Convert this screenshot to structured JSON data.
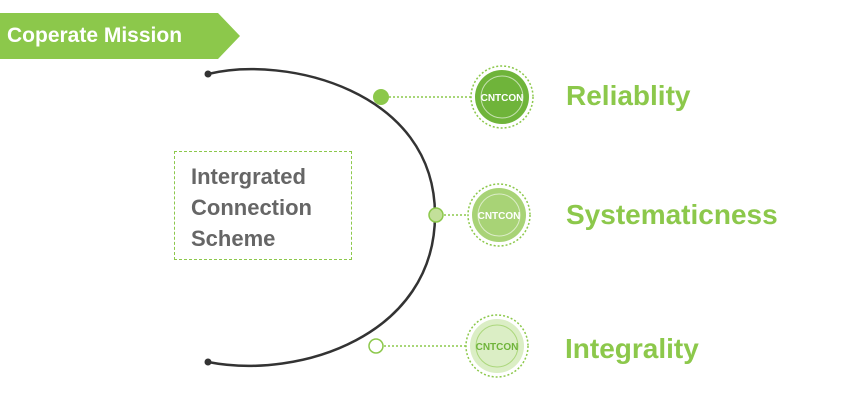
{
  "banner": {
    "title": "Coperate Mission",
    "color": "#8cc84b"
  },
  "center": {
    "lines": [
      "Intergrated",
      "Connection",
      "Scheme"
    ],
    "text_color": "#666666"
  },
  "logo_text": "CNTCON",
  "items": [
    {
      "label": "Reliablity",
      "color": "#8cc84b",
      "node_style": "filled"
    },
    {
      "label": "Systematicness",
      "color": "#8cc84b",
      "node_style": "light-filled"
    },
    {
      "label": "Integrality",
      "color": "#8cc84b",
      "node_style": "outline"
    }
  ],
  "colors": {
    "accent": "#8cc84b",
    "arc": "#333333"
  }
}
